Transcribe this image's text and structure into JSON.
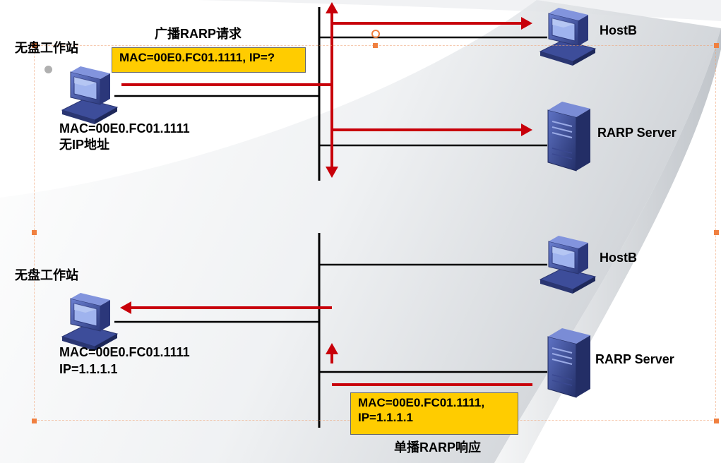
{
  "top": {
    "workstation_label": "无盘工作站",
    "broadcast_label": "广播RARP请求",
    "request_box": "MAC=00E0.FC01.1111, IP=?",
    "mac_label": "MAC=00E0.FC01.1111",
    "ip_label": "无IP地址",
    "hostb_label": "HostB",
    "server_label": "RARP Server"
  },
  "bottom": {
    "workstation_label": "无盘工作站",
    "mac_label": "MAC=00E0.FC01.1111",
    "ip_label": "IP=1.1.1.1",
    "hostb_label": "HostB",
    "server_label": "RARP Server",
    "reply_box_line1": "MAC=00E0.FC01.1111,",
    "reply_box_line2": "IP=1.1.1.1",
    "unicast_label": "单播RARP响应"
  },
  "colors": {
    "arrow": "#c8000a",
    "label_box": "#ffcc00",
    "device": "#4a5ca8"
  }
}
